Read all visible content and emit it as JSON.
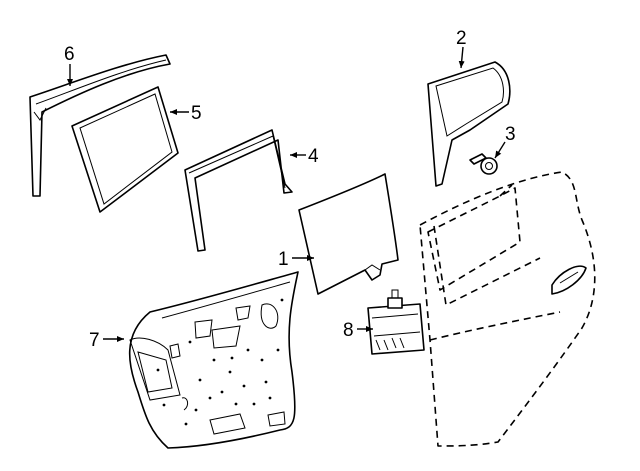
{
  "callouts": {
    "part_1": "1",
    "part_2": "2",
    "part_3": "3",
    "part_4": "4",
    "part_5": "5",
    "part_6": "6",
    "part_7": "7",
    "part_8": "8"
  }
}
